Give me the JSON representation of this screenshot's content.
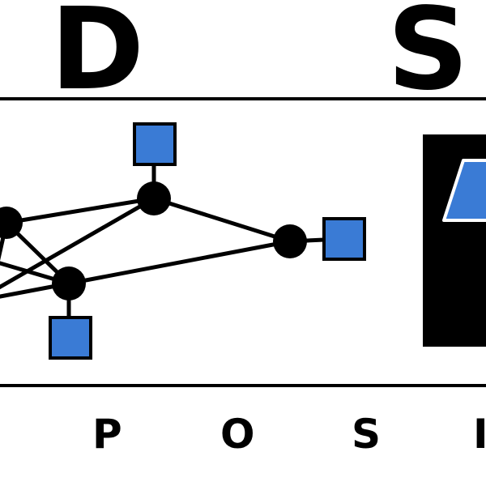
{
  "logo": {
    "top_letters": [
      "D",
      "S"
    ],
    "bottom_letters": [
      "P",
      "O",
      "S",
      "I"
    ],
    "accent_color": "#3a7bd5",
    "ink_color": "#000000"
  }
}
